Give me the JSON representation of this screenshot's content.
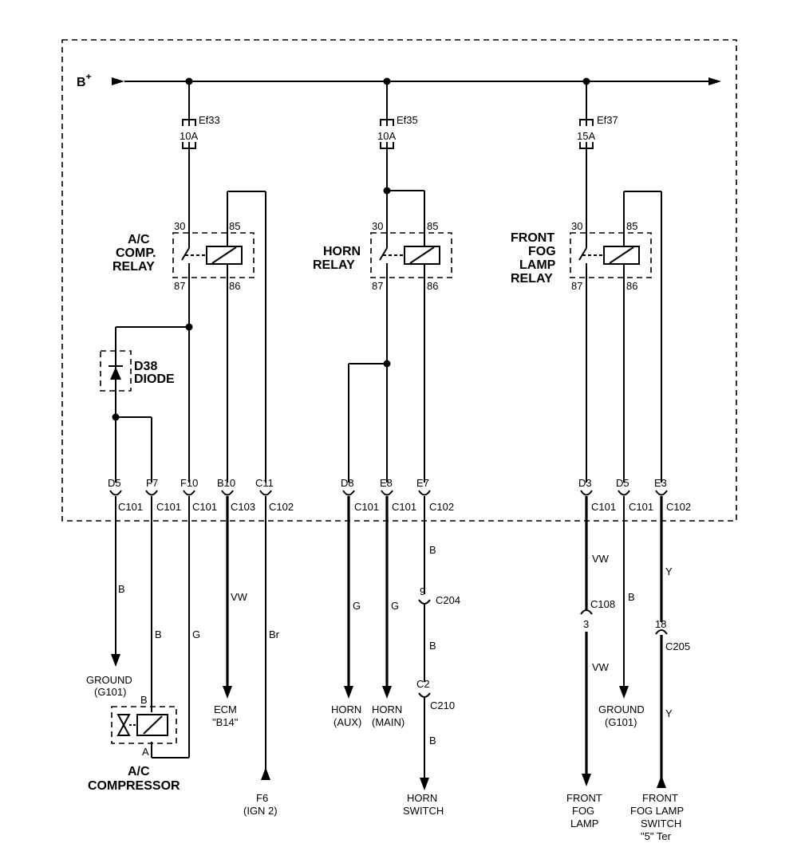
{
  "supply": {
    "label": "B",
    "superscript": "+"
  },
  "fuses": [
    {
      "name": "Ef33",
      "rating": "10A"
    },
    {
      "name": "Ef35",
      "rating": "10A"
    },
    {
      "name": "Ef37",
      "rating": "15A"
    }
  ],
  "relays": [
    {
      "name_lines": [
        "A/C",
        "COMP.",
        "RELAY"
      ],
      "pins": {
        "p30": "30",
        "p85": "85",
        "p87": "87",
        "p86": "86"
      }
    },
    {
      "name_lines": [
        "HORN",
        "RELAY"
      ],
      "pins": {
        "p30": "30",
        "p85": "85",
        "p87": "87",
        "p86": "86"
      }
    },
    {
      "name_lines": [
        "FRONT",
        "FOG",
        "LAMP",
        "RELAY"
      ],
      "pins": {
        "p30": "30",
        "p85": "85",
        "p87": "87",
        "p86": "86"
      }
    }
  ],
  "diode": {
    "name_lines": [
      "D38",
      "DIODE"
    ]
  },
  "terminals": [
    {
      "pin": "D5",
      "connector": "C101"
    },
    {
      "pin": "F7",
      "connector": "C101"
    },
    {
      "pin": "F10",
      "connector": "C101"
    },
    {
      "pin": "B10",
      "connector": "C103"
    },
    {
      "pin": "C11",
      "connector": "C102"
    },
    {
      "pin": "D8",
      "connector": "C101"
    },
    {
      "pin": "E8",
      "connector": "C101"
    },
    {
      "pin": "E7",
      "connector": "C102"
    },
    {
      "pin": "D3",
      "connector": "C101"
    },
    {
      "pin": "D5",
      "connector": "C101"
    },
    {
      "pin": "E3",
      "connector": "C102"
    }
  ],
  "wire_colors": {
    "d5_left": "B",
    "f7": "B",
    "f10": "G",
    "b10": "VW",
    "c11": "Br",
    "d8": "G",
    "e8": "G",
    "e7_upper": "B",
    "e7_mid": "B",
    "e7_lower": "B",
    "d3_upper": "VW",
    "d3_lower": "VW",
    "d5_right": "B",
    "e3_upper": "Y",
    "e3_lower": "Y"
  },
  "inline_connectors": [
    {
      "pin": "9",
      "connector": "C204"
    },
    {
      "pin": "C2",
      "connector": "C210"
    },
    {
      "pin": "3",
      "connector": "C108"
    },
    {
      "pin": "18",
      "connector": "C205"
    }
  ],
  "destinations": {
    "ground_left": [
      "GROUND",
      "(G101)"
    ],
    "ecm": [
      "ECM",
      "\"B14\""
    ],
    "f6": [
      "F6",
      "(IGN 2)"
    ],
    "horn_aux": [
      "HORN",
      "(AUX)"
    ],
    "horn_main": [
      "HORN",
      "(MAIN)"
    ],
    "horn_switch": [
      "HORN",
      "SWITCH"
    ],
    "fog_lamp": [
      "FRONT",
      "FOG",
      "LAMP"
    ],
    "ground_right": [
      "GROUND",
      "(G101)"
    ],
    "fog_switch": [
      "FRONT",
      "FOG LAMP",
      "SWITCH",
      "\"5\" Ter"
    ]
  },
  "compressor": {
    "name_lines": [
      "A/C",
      "COMPRESSOR"
    ],
    "pin_b": "B",
    "pin_a": "A"
  }
}
